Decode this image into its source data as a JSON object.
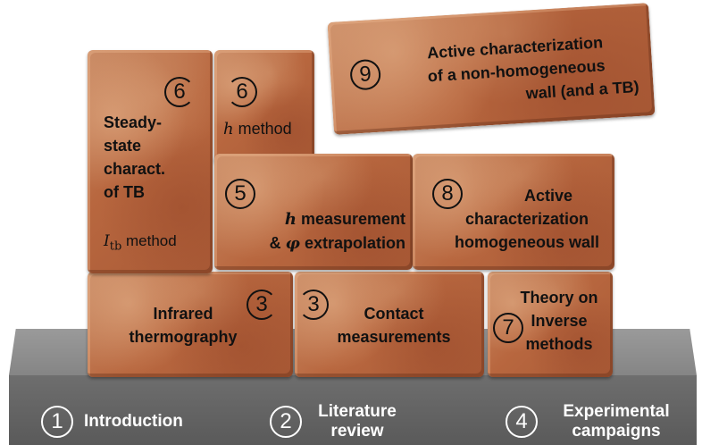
{
  "foundation": {
    "items": [
      {
        "number": "1",
        "label": "Introduction"
      },
      {
        "number": "2",
        "label_line1": "Literature",
        "label_line2": "review"
      },
      {
        "number": "4",
        "label_line1": "Experimental",
        "label_line2": "campaigns"
      }
    ]
  },
  "bricks": {
    "b6a": {
      "number": "6",
      "lines": [
        "Steady-",
        "state",
        "charact.",
        "of TB"
      ],
      "method_symbol": "I",
      "method_sub": "tb",
      "method_text": "method"
    },
    "b6b": {
      "number": "6",
      "method_symbol": "h",
      "method_text": "method"
    },
    "b9": {
      "number": "9",
      "lines": [
        "Active characterization",
        "of a non-homogeneous",
        "wall (and a TB)"
      ]
    },
    "b5": {
      "number": "5",
      "line1_symbol": "h",
      "line1_text": "measurement",
      "line2_prefix": "&",
      "line2_symbol": "φ",
      "line2_text": "extrapolation"
    },
    "b8": {
      "number": "8",
      "lines": [
        "Active",
        "characterization",
        "homogeneous wall"
      ]
    },
    "b3a": {
      "number": "3",
      "lines": [
        "Infrared",
        "thermography"
      ]
    },
    "b3b": {
      "number": "3",
      "lines": [
        "Contact",
        "measurements"
      ]
    },
    "b7": {
      "number": "7",
      "lines": [
        "Theory on",
        "Inverse",
        "methods"
      ]
    }
  }
}
